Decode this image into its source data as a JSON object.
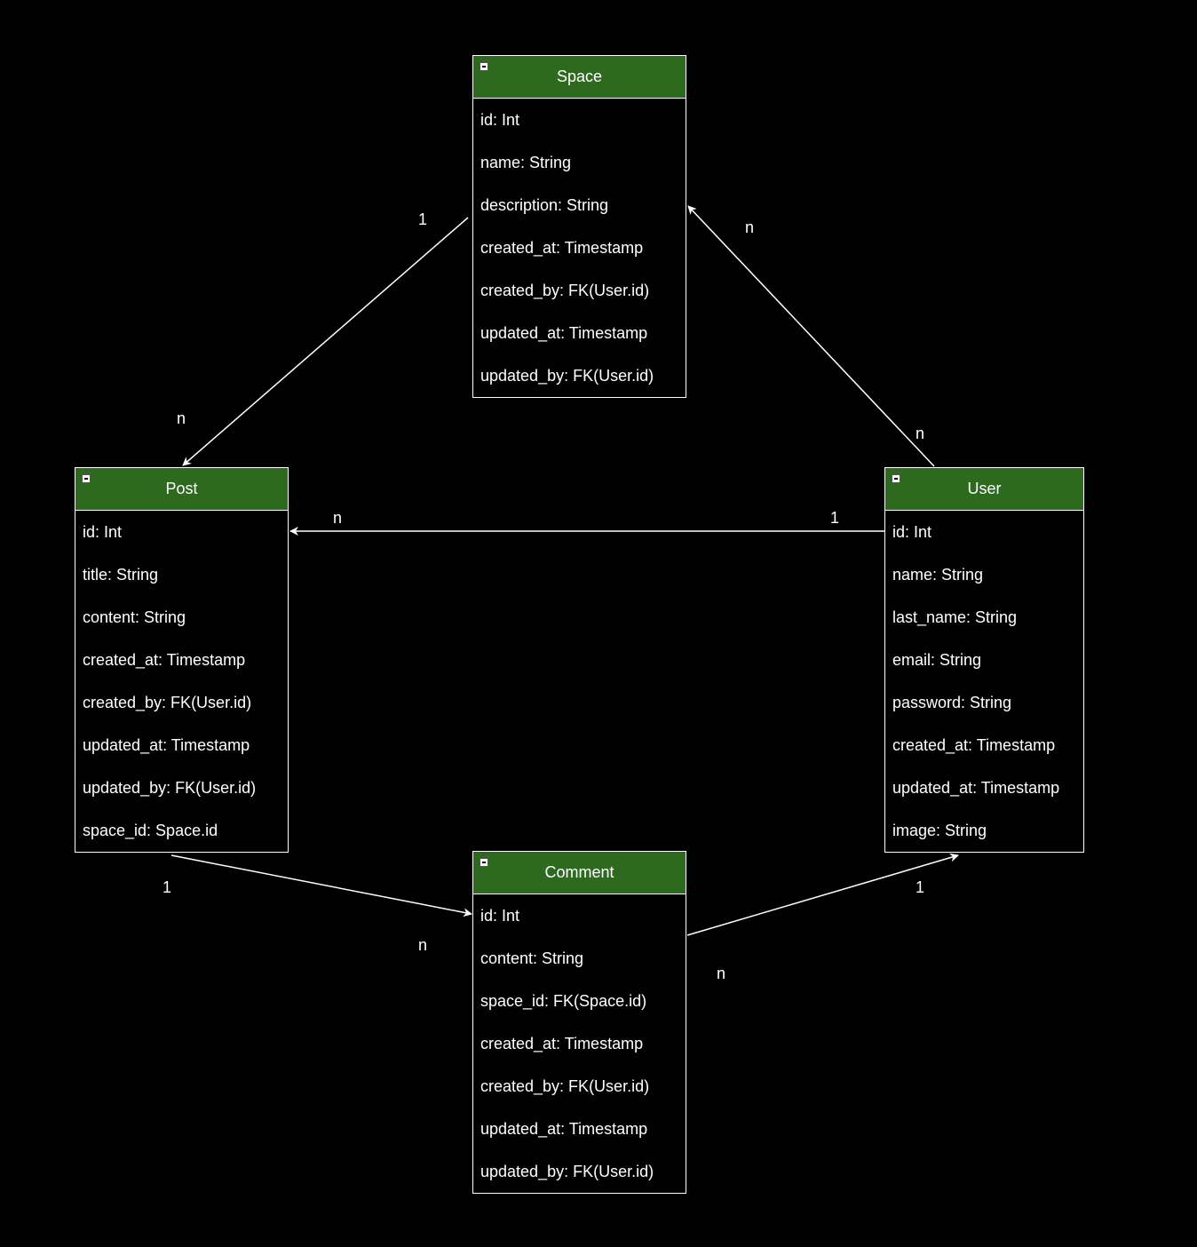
{
  "entities": {
    "space": {
      "title": "Space",
      "header_color": "#2d6a1f",
      "fields": [
        "id: Int",
        "name: String",
        "description: String",
        "created_at: Timestamp",
        "created_by: FK(User.id)",
        "updated_at: Timestamp",
        "updated_by: FK(User.id)"
      ]
    },
    "post": {
      "title": "Post",
      "header_color": "#2d6a1f",
      "fields": [
        "id: Int",
        "title: String",
        "content: String",
        "created_at: Timestamp",
        "created_by: FK(User.id)",
        "updated_at: Timestamp",
        "updated_by: FK(User.id)",
        "space_id: Space.id"
      ]
    },
    "user": {
      "title": "User",
      "header_color": "#2d6a1f",
      "fields": [
        "id: Int",
        "name: String",
        "last_name: String",
        "email: String",
        "password: String",
        "created_at: Timestamp",
        "updated_at: Timestamp",
        "image: String"
      ]
    },
    "comment": {
      "title": "Comment",
      "header_color": "#2d6a1f",
      "fields": [
        "id: Int",
        "content: String",
        "space_id: FK(Space.id)",
        "created_at: Timestamp",
        "created_by: FK(User.id)",
        "updated_at: Timestamp",
        "updated_by: FK(User.id)"
      ]
    }
  },
  "relationships": [
    {
      "from": "Space",
      "to": "Post",
      "from_card": "1",
      "to_card": "n"
    },
    {
      "from": "User",
      "to": "Space",
      "from_card": "n",
      "to_card": "n"
    },
    {
      "from": "User",
      "to": "Post",
      "from_card": "1",
      "to_card": "n"
    },
    {
      "from": "Post",
      "to": "Comment",
      "from_card": "1",
      "to_card": "n"
    },
    {
      "from": "Comment",
      "to": "User",
      "from_card": "n",
      "to_card": "1"
    }
  ]
}
